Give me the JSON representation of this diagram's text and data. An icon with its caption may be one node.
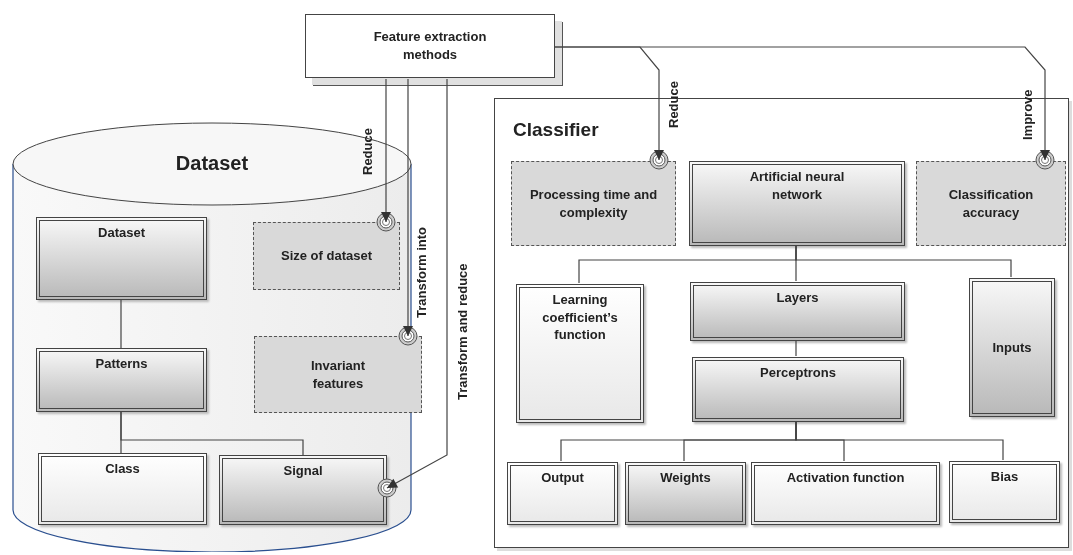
{
  "diagram": {
    "nodes": [
      {
        "text": [
          "Feature extraction methods"
        ]
      },
      {
        "text": [
          "Dataset"
        ]
      },
      {
        "text": [
          "Dataset"
        ],
        "in": 1
      },
      {
        "text": [
          "Patterns"
        ],
        "in": 1
      },
      {
        "text": [
          "Class"
        ],
        "in": 1
      },
      {
        "text": [
          "Signal"
        ],
        "in": 1
      },
      {
        "text": [
          "Size of dataset"
        ],
        "in": 1
      },
      {
        "text": [
          "Invariant features"
        ],
        "in": 1
      },
      {
        "text": [
          "Classifier"
        ]
      },
      {
        "text": [
          "Processing time and complexity"
        ],
        "in": 8
      },
      {
        "text": [
          "Artificial neural network"
        ],
        "in": 8
      },
      {
        "text": [
          "Classification accuracy"
        ],
        "in": 8
      },
      {
        "text": [
          "Learning coefficient’s function"
        ],
        "in": 8
      },
      {
        "text": [
          "Layers"
        ],
        "in": 8
      },
      {
        "text": [
          "Inputs"
        ],
        "in": 8
      },
      {
        "text": [
          "Perceptrons"
        ],
        "in": 8
      },
      {
        "text": [
          "Output"
        ],
        "in": 8
      },
      {
        "text": [
          "Weights"
        ],
        "in": 8
      },
      {
        "text": [
          "Activation function"
        ],
        "in": 8
      },
      {
        "text": [
          "Bias"
        ],
        "in": 8
      }
    ],
    "edges": [
      {
        "from": 0,
        "to": 6,
        "arrow": "to",
        "label": "Reduce"
      },
      {
        "from": 0,
        "to": 7,
        "arrow": "to",
        "label": "Transform into"
      },
      {
        "from": 0,
        "to": 5,
        "arrow": "to",
        "label": "Transform and reduce"
      },
      {
        "from": 0,
        "to": 9,
        "arrow": "to",
        "label": "Reduce"
      },
      {
        "from": 0,
        "to": 11,
        "arrow": "to",
        "label": "Improve"
      },
      {
        "from": 2,
        "to": 3,
        "arrow": "none"
      },
      {
        "from": 3,
        "to": 4,
        "arrow": "none"
      },
      {
        "from": 3,
        "to": 5,
        "arrow": "none"
      },
      {
        "from": 10,
        "to": 12,
        "arrow": "none"
      },
      {
        "from": 10,
        "to": 13,
        "arrow": "none"
      },
      {
        "from": 10,
        "to": 14,
        "arrow": "none"
      },
      {
        "from": 13,
        "to": 15,
        "arrow": "none"
      },
      {
        "from": 15,
        "to": 16,
        "arrow": "none"
      },
      {
        "from": 15,
        "to": 17,
        "arrow": "none"
      },
      {
        "from": 15,
        "to": 18,
        "arrow": "none"
      },
      {
        "from": 15,
        "to": 19,
        "arrow": "none"
      }
    ]
  }
}
